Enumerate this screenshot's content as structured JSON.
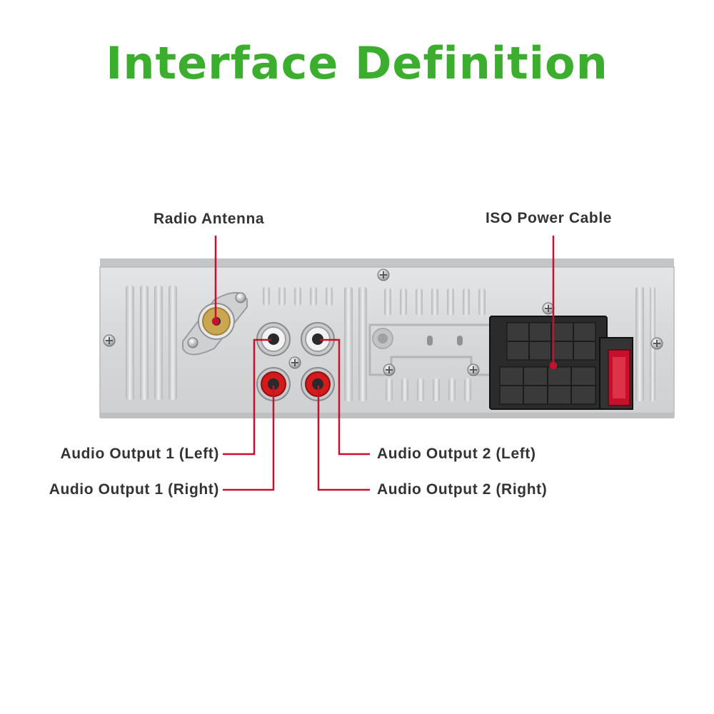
{
  "title": "Interface Definition",
  "colors": {
    "title": "#3cae2e",
    "leader": "#c8102e",
    "panel": "#d9dadb",
    "connector": "#2b2b2b",
    "fuse": "#c8102e",
    "antenna_core": "#c9a650",
    "rca_white": "#f2f2f2",
    "rca_red": "#d41a1a"
  },
  "labels": {
    "radio_antenna": "Radio Antenna",
    "iso_power_cable": "ISO Power Cable",
    "audio_output_1_left": "Audio Output 1 (Left)",
    "audio_output_1_right": "Audio Output 1 (Right)",
    "audio_output_2_left": "Audio Output 2 (Left)",
    "audio_output_2_right": "Audio Output 2 (Right)"
  }
}
